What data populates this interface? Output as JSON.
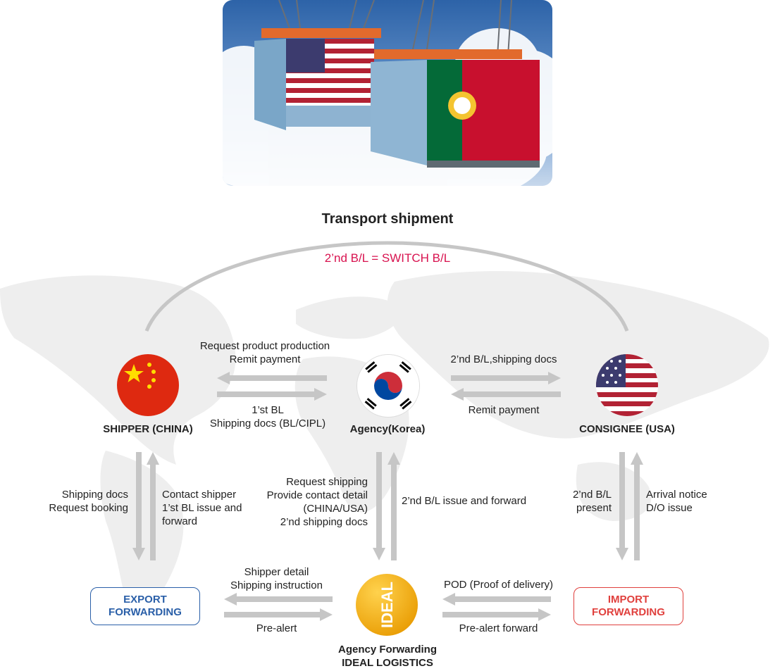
{
  "diagram": {
    "title": "Transport shipment",
    "switch_label": "2’nd B/L = SWITCH B/L",
    "nodes": {
      "shipper": "SHIPPER (CHINA)",
      "agency": "Agency(Korea)",
      "consignee": "CONSIGNEE (USA)",
      "export": "EXPORT\nFORWARDING",
      "import": "IMPORT\nFORWARDING",
      "ideal_logo": "IDEAL",
      "ideal_caption": "Agency Forwarding\nIDEAL LOGISTICS"
    },
    "flows": {
      "agency_to_shipper": "Request product production\nRemit payment",
      "shipper_to_agency": "1’st BL\nShipping docs (BL/CIPL)",
      "agency_to_consignee": "2’nd B/L,shipping docs",
      "consignee_to_agency": "Remit payment",
      "shipper_to_export": "Shipping docs\nRequest booking",
      "export_to_shipper": "Contact shipper\n1’st BL issue and\nforward",
      "agency_to_ideal": "Request shipping\nProvide contact detail\n(CHINA/USA)\n2’nd shipping docs",
      "ideal_to_agency": "2’nd B/L issue and forward",
      "consignee_to_import": "2’nd B/L\npresent",
      "import_to_consignee": "Arrival notice\nD/O issue",
      "ideal_to_export": "Shipper detail\nShipping instruction",
      "export_to_ideal": "Pre-alert",
      "import_to_ideal": "POD (Proof of delivery)",
      "ideal_to_import": "Pre-alert forward"
    },
    "colors": {
      "arrow": "#c6c6c6",
      "switch_text": "#d8124f",
      "export_border": "#2a5fa8",
      "import_border": "#e0403d",
      "ideal_logo": "#f3ad12"
    }
  }
}
